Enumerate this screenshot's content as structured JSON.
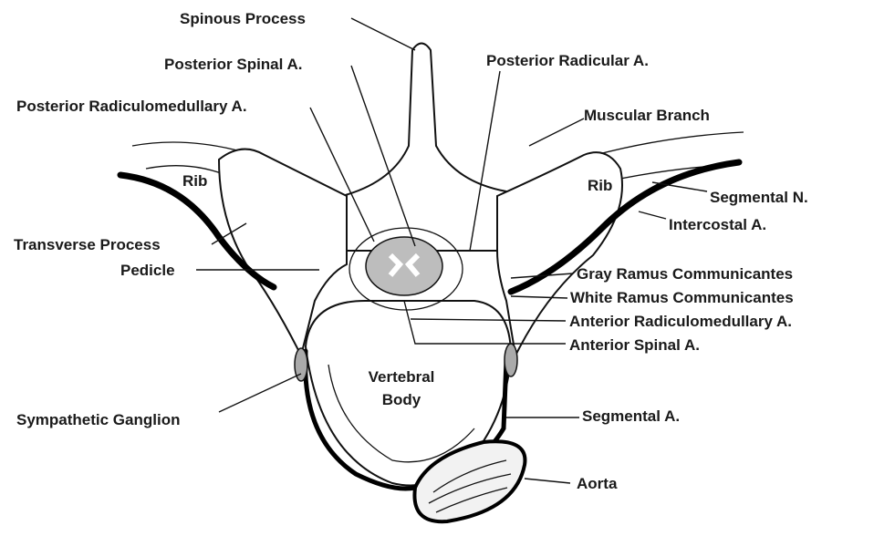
{
  "labels": {
    "spinous_process": "Spinous Process",
    "posterior_spinal_a": "Posterior Spinal A.",
    "posterior_radicular_a": "Posterior Radicular A.",
    "posterior_radiculomedullary_a": "Posterior Radiculomedullary A.",
    "muscular_branch": "Muscular Branch",
    "rib_left": "Rib",
    "rib_right": "Rib",
    "segmental_n": "Segmental N.",
    "intercostal_a": "Intercostal A.",
    "transverse_process": "Transverse Process",
    "pedicle": "Pedicle",
    "gray_ramus": "Gray Ramus Communicantes",
    "white_ramus": "White Ramus Communicantes",
    "anterior_radiculomedullary_a": "Anterior Radiculomedullary A.",
    "anterior_spinal_a": "Anterior Spinal A.",
    "vertebral_body_line1": "Vertebral",
    "vertebral_body_line2": "Body",
    "sympathetic_ganglion": "Sympathetic Ganglion",
    "segmental_a": "Segmental A.",
    "aorta": "Aorta"
  }
}
